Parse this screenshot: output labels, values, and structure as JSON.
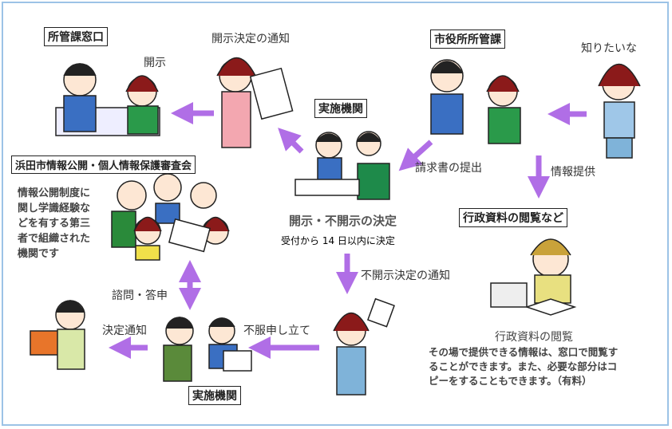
{
  "labels": {
    "window_section": "所管課窓口",
    "disclose": "開示",
    "disclose_notice": "開示決定の通知",
    "agency_top": "実施機関",
    "city_section": "市役所所管課",
    "want_to_know": "知りたいな",
    "submit_request": "請求書の提出",
    "provide_info": "情報提供",
    "browse_materials_box": "行政資料の閲覧など",
    "review_board": "浜田市情報公開・個人情報保護審査会",
    "review_board_desc": [
      "情報公開制度に",
      "関し学識経験な",
      "どを有する第三",
      "者で組織された",
      "機関です"
    ],
    "decision": "開示・不開示の決定",
    "decision_deadline": "受付から 14 日以内に決定",
    "nondisclosure_notice": "不開示決定の通知",
    "consult_reply": "諮問・答申",
    "decision_notice": "決定通知",
    "appeal": "不服申し立て",
    "agency_bottom": "実施機関",
    "browse_title": "行政資料の閲覧",
    "browse_desc": [
      "その場で提供できる情報は、窓口で閲覧す",
      "ることができます。また、必要な部分はコ",
      "ピーをすることもできます。（有料）"
    ]
  },
  "colors": {
    "arrow": "#b06ee6",
    "border": "#9cc3e6"
  }
}
